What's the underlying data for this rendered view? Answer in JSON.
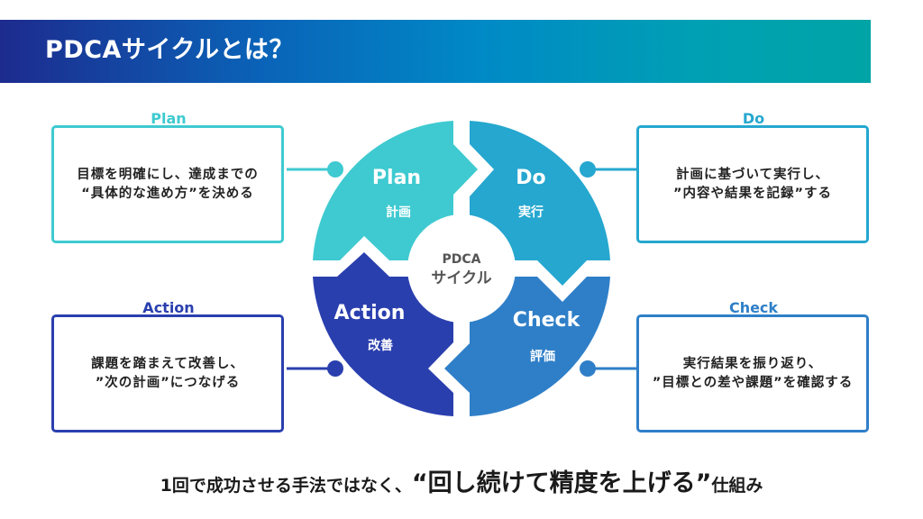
{
  "header": {
    "title": "PDCAサイクルとは？"
  },
  "colors": {
    "plan": "#3ecad0",
    "do": "#25a7cf",
    "check": "#2f7fc8",
    "action": "#2a3fae",
    "title_gradient_start": "#1d2b8e",
    "title_gradient_end": "#00a4a6"
  },
  "cycle": {
    "center_line1": "PDCA",
    "center_line2": "サイクル",
    "segments": [
      {
        "key": "plan",
        "title": "Plan",
        "subtitle": "計画"
      },
      {
        "key": "do",
        "title": "Do",
        "subtitle": "実行"
      },
      {
        "key": "check",
        "title": "Check",
        "subtitle": "評価"
      },
      {
        "key": "action",
        "title": "Action",
        "subtitle": "改善"
      }
    ]
  },
  "boxes": {
    "plan": {
      "label": "Plan",
      "text": "目標を明確にし、達成までの\n“具体的な進め方”を決める"
    },
    "do": {
      "label": "Do",
      "text": "計画に基づいて実行し、\n”内容や結果を記録”する"
    },
    "action": {
      "label": "Action",
      "text": "課題を踏まえて改善し、\n”次の計画”につなげる"
    },
    "check": {
      "label": "Check",
      "text": "実行結果を振り返り、\n”目標との差や課題”を確認する"
    }
  },
  "footer": {
    "part1": "1回で成功させる手法ではなく、",
    "part2": "“回し続けて精度を上げる”",
    "part3": "仕組み"
  }
}
